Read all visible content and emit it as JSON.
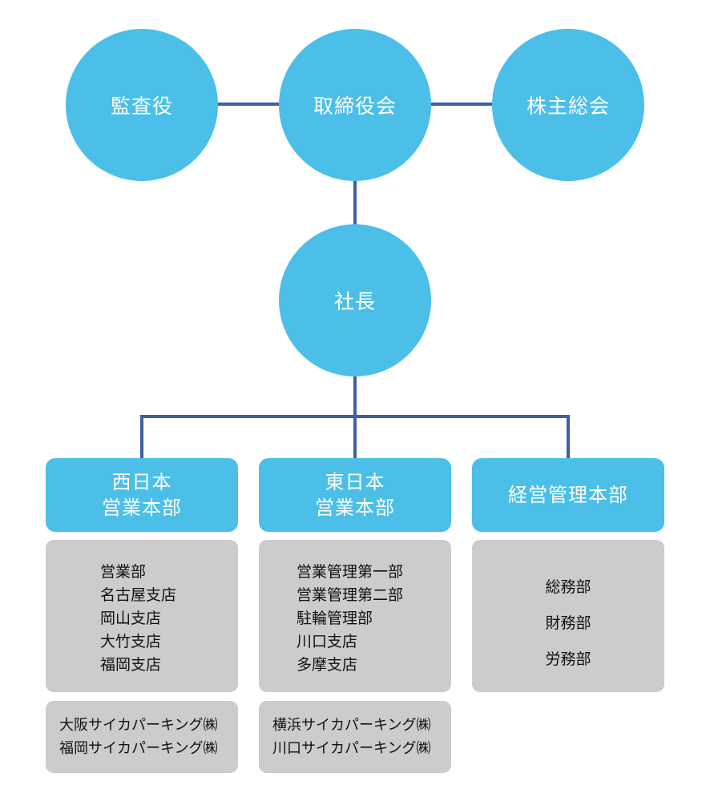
{
  "colors": {
    "accent": "#4bbfe8",
    "connector": "#3f5fa3",
    "panel": "#cccccc"
  },
  "top_row": {
    "auditor": "監査役",
    "board": "取締役会",
    "shareholders": "株主総会"
  },
  "president": "社長",
  "divisions": [
    {
      "title_lines": [
        "西日本",
        "営業本部"
      ],
      "units": [
        "営業部",
        "名古屋支店",
        "岡山支店",
        "大竹支店",
        "福岡支店"
      ],
      "subsidiaries": [
        "大阪サイカパーキング㈱",
        "福岡サイカパーキング㈱"
      ]
    },
    {
      "title_lines": [
        "東日本",
        "営業本部"
      ],
      "units": [
        "営業管理第一部",
        "営業管理第二部",
        "駐輪管理部",
        "川口支店",
        "多摩支店"
      ],
      "subsidiaries": [
        "横浜サイカパーキング㈱",
        "川口サイカパーキング㈱"
      ]
    },
    {
      "title_lines": [
        "経営管理本部"
      ],
      "units": [
        "総務部",
        "財務部",
        "労務部"
      ]
    }
  ]
}
